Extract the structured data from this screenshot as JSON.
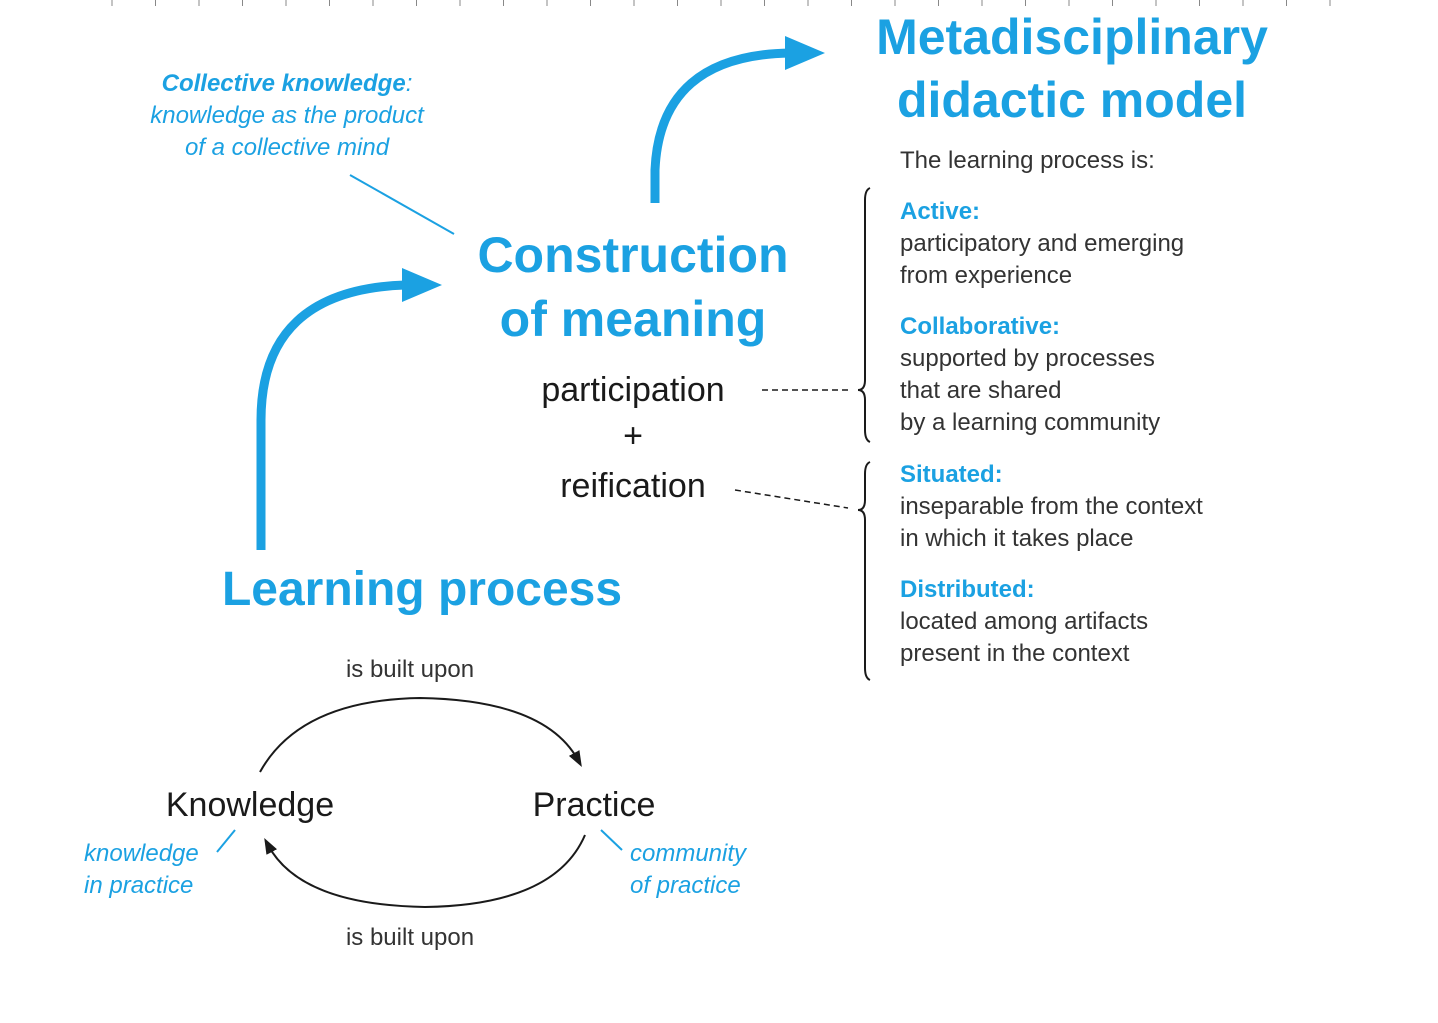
{
  "colors": {
    "accent": "#1ba1e2",
    "text": "#1a1a1a",
    "muted": "#333333"
  },
  "top_model": {
    "title_line1": "Metadisciplinary",
    "title_line2": "didactic model",
    "intro": "The learning process is:"
  },
  "collective_note": {
    "line1_bold": "Collective knowledge",
    "line1_rest": ":",
    "line2": "knowledge as the product",
    "line3": "of a collective mind"
  },
  "construction": {
    "line1": "Construction",
    "line2": "of meaning",
    "participation": "participation",
    "plus": "+",
    "reification": "reification"
  },
  "properties": [
    {
      "head": "Active:",
      "lines": [
        "participatory and emerging",
        "from experience"
      ]
    },
    {
      "head": "Collaborative:",
      "lines": [
        "supported by processes",
        "that are shared",
        "by a learning community"
      ]
    },
    {
      "head": "Situated:",
      "lines": [
        "inseparable from the context",
        "in which it takes place"
      ]
    },
    {
      "head": "Distributed:",
      "lines": [
        "located among artifacts",
        "present in the context"
      ]
    }
  ],
  "learning": {
    "title": "Learning process",
    "built_top": "is built upon",
    "built_bottom": "is built upon",
    "knowledge": "Knowledge",
    "practice": "Practice",
    "knowledge_note": [
      "knowledge",
      "in practice"
    ],
    "practice_note": [
      "community",
      "of practice"
    ]
  }
}
